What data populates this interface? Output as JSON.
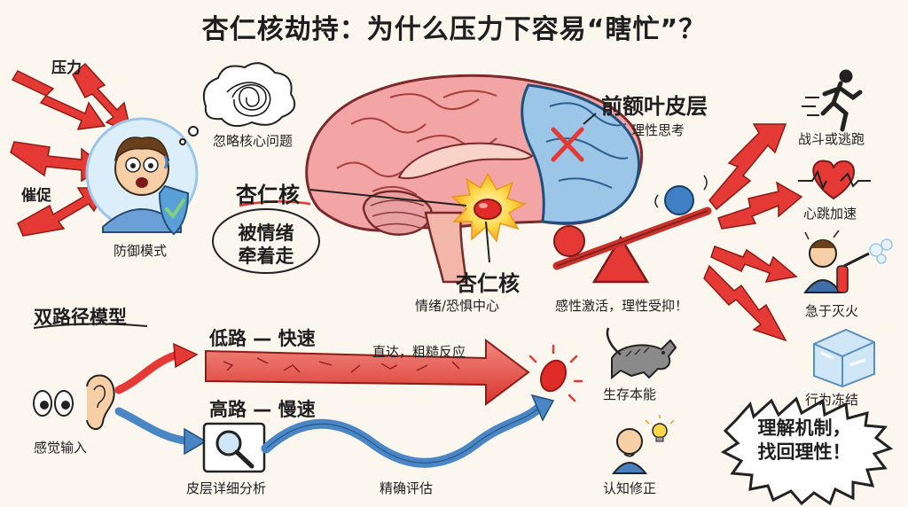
{
  "title": "杏仁核劫持：为什么压力下容易“瞎忙”？",
  "stress": {
    "pressure": "压力",
    "urge": "催促",
    "defense": "防御模式",
    "thought": "忽略核心问题"
  },
  "brain": {
    "amygdala_left": "杏仁核",
    "led_by_emotion": [
      "被情绪",
      "牵着走"
    ],
    "prefrontal": "前额叶皮层",
    "prefrontal_sub": "理性思考",
    "amygdala_bottom": "杏仁核",
    "amygdala_sub": "情绪/恐惧中心",
    "seesaw_caption": "感性激活，理性受抑！"
  },
  "responses": [
    "战斗或逃跑",
    "心跳加速",
    "急于灭火",
    "行为冻结"
  ],
  "dual_path": {
    "heading": "双路径模型",
    "low_road": "低路 — 快速",
    "low_desc": "直达，粗糙反应",
    "high_road": "高路 — 慢速",
    "sensory": "感觉输入",
    "cortex": "皮层详细分析",
    "accurate": "精确评估",
    "survival": "生存本能",
    "correction": "认知修正"
  },
  "badge": [
    "理解机制，",
    "找回理性！"
  ],
  "colors": {
    "red": "#e53935",
    "blue": "#4a86c6",
    "brain_pink": "#f3a5a5",
    "cortex_blue": "#9cc6e8"
  }
}
